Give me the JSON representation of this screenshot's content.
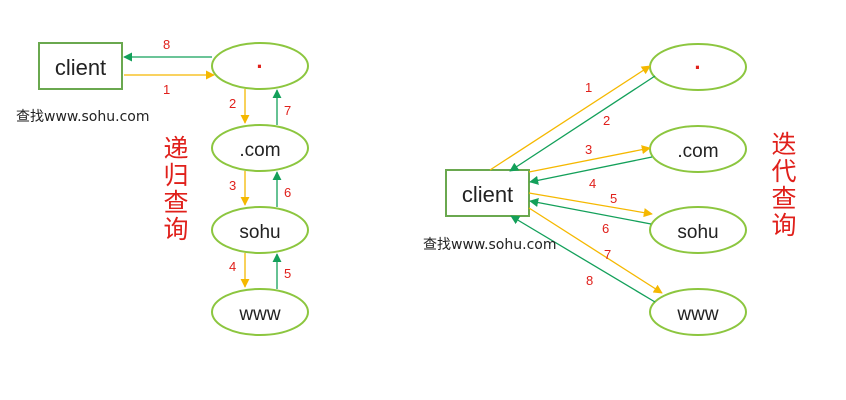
{
  "colors": {
    "request": "#f5b800",
    "response": "#13a05a",
    "label": "#e0201b",
    "node_border": "#8cc63f"
  },
  "left": {
    "client": "client",
    "root": "·",
    "com": ".com",
    "sohu": "sohu",
    "www": "www",
    "caption": "查找www.sohu.com",
    "title": [
      "递",
      "归",
      "查",
      "询"
    ],
    "steps": [
      "1",
      "2",
      "3",
      "4",
      "5",
      "6",
      "7",
      "8"
    ]
  },
  "right": {
    "client": "client",
    "root": "·",
    "com": ".com",
    "sohu": "sohu",
    "www": "www",
    "caption": "查找www.sohu.com",
    "title": [
      "迭",
      "代",
      "查",
      "询"
    ],
    "steps": [
      "1",
      "2",
      "3",
      "4",
      "5",
      "6",
      "7",
      "8"
    ]
  }
}
